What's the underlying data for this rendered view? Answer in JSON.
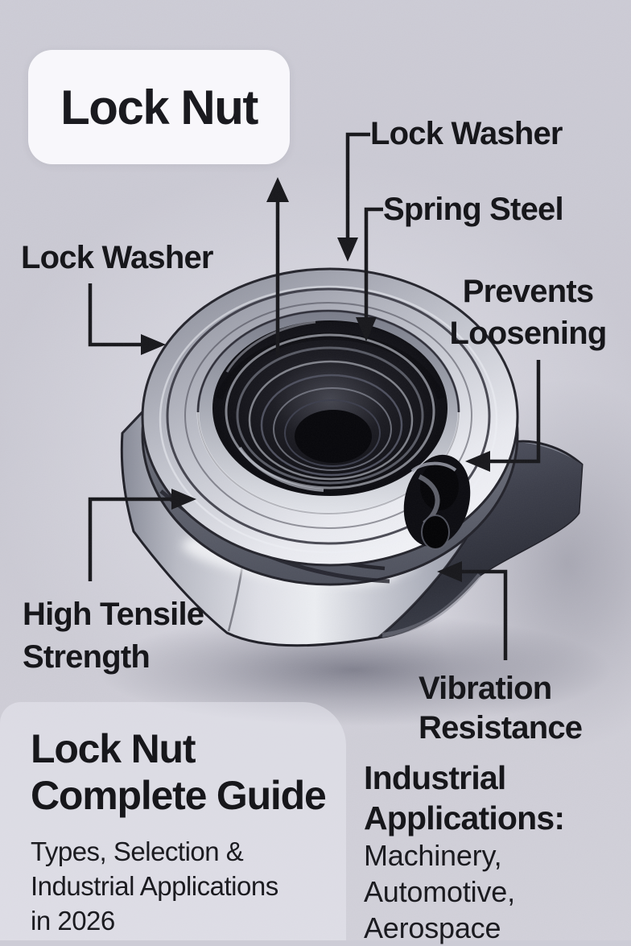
{
  "badge": {
    "label": "Lock Nut"
  },
  "callouts": {
    "lock_washer_top": {
      "label": "Lock Washer"
    },
    "spring_steel": {
      "label": "Spring Steel"
    },
    "lock_washer_left": {
      "label": "Lock Washer"
    },
    "prevents_loosening": {
      "label": "Prevents\nLoosening"
    },
    "high_tensile_strength": {
      "label": "High Tensile\nStrength"
    },
    "vibration_resistance": {
      "label": "Vibration\nResistance"
    }
  },
  "footer": {
    "heading": "Lock Nut\nComplete Guide",
    "subheading": "Types, Selection &\nIndustrial Applications\nin 2026",
    "applications_heading": "Industrial\nApplications:",
    "applications_items": "Machinery,\nAutomotive,\nAerospace"
  },
  "illustration": {
    "subject": "Nylon insert hex lock nut 3D render with side locking slot"
  },
  "colors": {
    "background": "#cbcad4",
    "text": "#17171b",
    "badge_background": "#f8f7fb",
    "panel_background": "#e9e9f1",
    "arrow": "#17171b"
  }
}
